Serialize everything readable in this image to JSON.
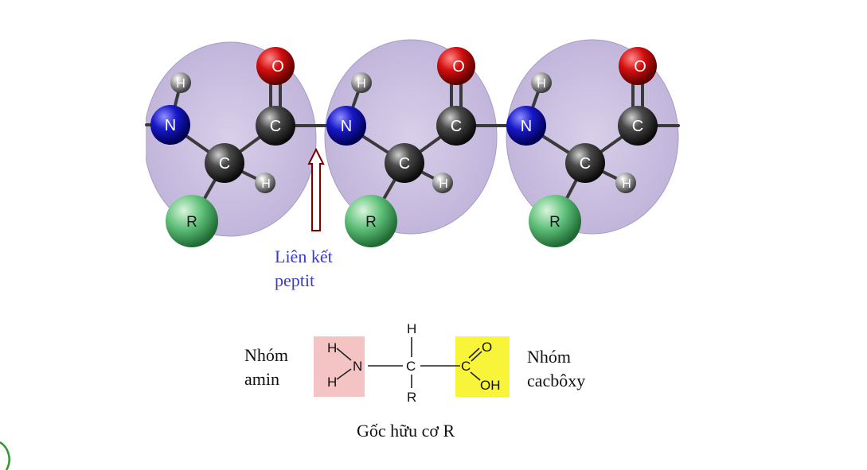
{
  "atoms": {
    "O": "O",
    "C": "C",
    "N": "N",
    "H": "H",
    "R": "R"
  },
  "labels": {
    "peptide_bond_line1": "Liên kết",
    "peptide_bond_line2": "peptit",
    "amino_group_line1": "Nhóm",
    "amino_group_line2": "amin",
    "carboxyl_group_line1": "Nhóm",
    "carboxyl_group_line2": "cacbôxy",
    "r_group": "Gốc hữu cơ R"
  },
  "formula": {
    "H": "H",
    "N": "N",
    "C": "C",
    "O": "O",
    "OH": "OH",
    "R": "R"
  },
  "colors": {
    "residue_bg": "#c9bde0",
    "oxygen": "#d41010",
    "nitrogen": "#1818c8",
    "carbon": "#3a3a3a",
    "hydrogen": "#9a9a9a",
    "r_group": "#5fc07a",
    "amino_highlight": "#f4c4c4",
    "carboxyl_highlight": "#f8f43a",
    "label_blue": "#3a3ad0"
  }
}
